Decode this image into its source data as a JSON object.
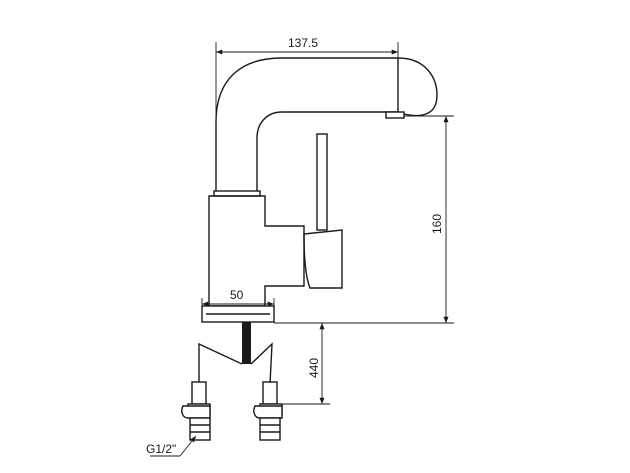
{
  "drawing": {
    "dimensions": {
      "spout_reach": "137.5",
      "base_width": "50",
      "height": "160",
      "hose_length": "440",
      "thread": "G1/2\""
    }
  }
}
